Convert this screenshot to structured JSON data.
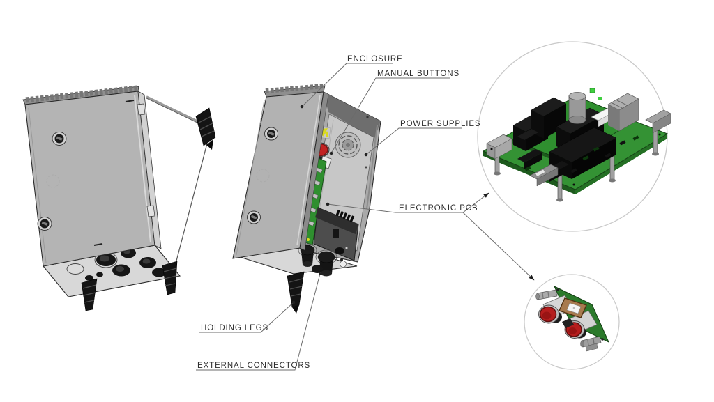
{
  "diagram": {
    "kind": "cad-assembly-callout-drawing",
    "background": "#ffffff"
  },
  "labels": {
    "enclosure": "ENCLOSURE",
    "manual_buttons": "MANUAL BUTTONS",
    "power_supplies": "POWER SUPPLIES",
    "electronic_pcb": "ELECTRONIC PCB",
    "holding_legs": "HOLDING LEGS",
    "external_connectors": "EXTERNAL CONNECTORS"
  },
  "views": [
    {
      "id": "closed-enclosure-view",
      "content": "enclosure closed with door locks and holding legs"
    },
    {
      "id": "open-enclosure-view",
      "content": "enclosure open: fan, manual button, PCB strip, power supply, connectors"
    },
    {
      "id": "pcb-detail-view",
      "content": "magnified electronic PCB assembly in circle"
    },
    {
      "id": "button-pcb-detail-view",
      "content": "magnified button PCB with two red buttons in circle"
    }
  ],
  "colors": {
    "enclosure_gray": "#b4b4b4",
    "panel_light": "#d8d8d8",
    "interior_plate": "#c7c7c7",
    "pcb_green": "#349234",
    "pcb_dark_green": "#1d5a1d",
    "component_black": "#141414",
    "button_red": "#c01f1f",
    "power_supply_gray": "#4d4d4d",
    "sticker_yellow": "#d9d920",
    "label_text": "#2d2d2d",
    "leader_line": "#6b6b6b",
    "detail_circle_stroke": "#c9c9c9"
  }
}
